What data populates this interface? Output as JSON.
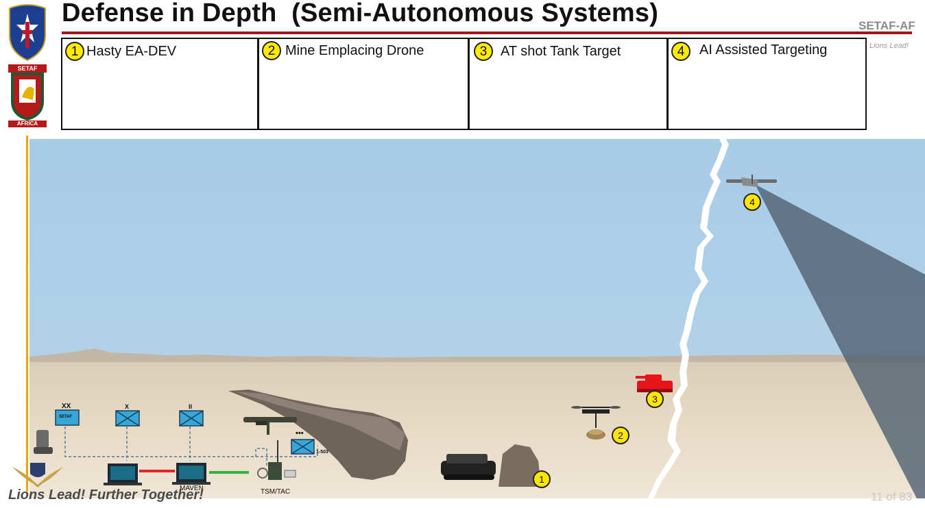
{
  "header": {
    "title": "Defense in Depth  (Semi-Autonomous Systems)",
    "org": "SETAF-AF",
    "motto": "Lions Lead!"
  },
  "logos": {
    "setaf_banner": "SETAF",
    "africa_banner": "AFRICA"
  },
  "steps": [
    {
      "number": "1",
      "label": "Hasty EA-DEV"
    },
    {
      "number": "2",
      "label": "Mine Emplacing Drone"
    },
    {
      "number": "3",
      "label": "AT shot Tank Target"
    },
    {
      "number": "4",
      "label": "AI Assisted Targeting"
    }
  ],
  "scene": {
    "markers": [
      "1",
      "2",
      "3",
      "4"
    ],
    "units": [
      {
        "echelon": "XX",
        "label": "SETAF"
      },
      {
        "echelon": "X",
        "label": ""
      },
      {
        "echelon": "II",
        "label": ""
      },
      {
        "echelon": "•••",
        "label": "1-503"
      }
    ],
    "system_labels": {
      "maven": "MAVEN",
      "tsm": "TSM/TAC"
    },
    "colors": {
      "sky": "#a8cbe6",
      "sand": "#e6d9c2",
      "tank": "#e8141b",
      "marker": "#ffe600",
      "cone": "#4b5d6e"
    }
  },
  "footer": {
    "motto": "Lions Lead! Further Together!",
    "page": "11 of 83"
  }
}
